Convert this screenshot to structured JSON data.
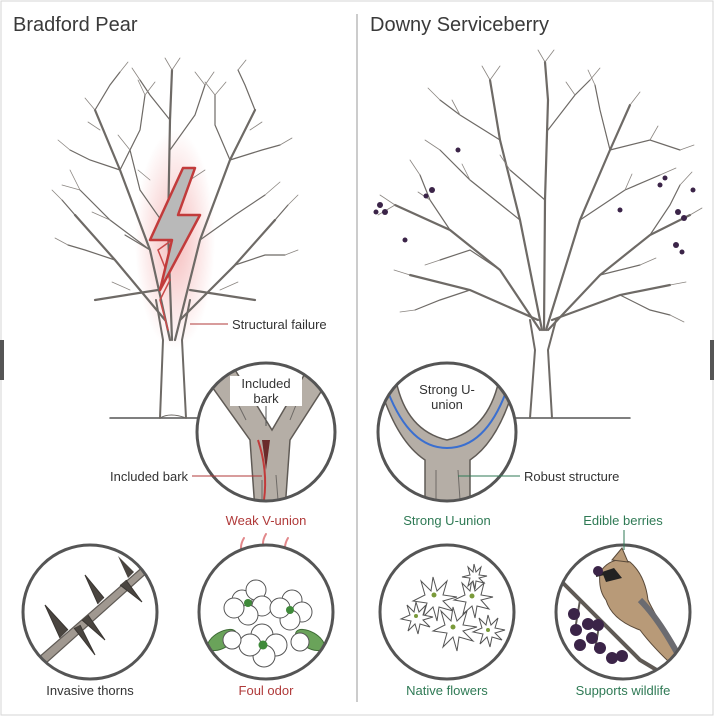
{
  "left_panel": {
    "title": "Bradford Pear",
    "callout_failure": "Structural failure",
    "callout_included_bark": "Included bark",
    "inset_label_top": "Included bark",
    "union_caption": "Weak V-union",
    "thorns_caption": "Invasive thorns",
    "odor_caption": "Foul odor"
  },
  "right_panel": {
    "title": "Downy Serviceberry",
    "inset_label_top": "Strong U-union",
    "callout_structure": "Robust structure",
    "union_caption": "Strong U-union",
    "berries_label": "Edible berries",
    "flowers_caption": "Native flowers",
    "wildlife_caption": "Supports wildlife"
  },
  "colors": {
    "negative": "#b03a3a",
    "positive": "#2f7a55",
    "bark": "#8a8580",
    "berry": "#3b2448",
    "union_line": "#3a6fd0"
  },
  "icons": [
    "lightning-icon",
    "thorn-branch-icon",
    "odor-waves-icon",
    "white-flower-icon",
    "cedar-waxwing-bird-icon",
    "berry-cluster-icon"
  ]
}
